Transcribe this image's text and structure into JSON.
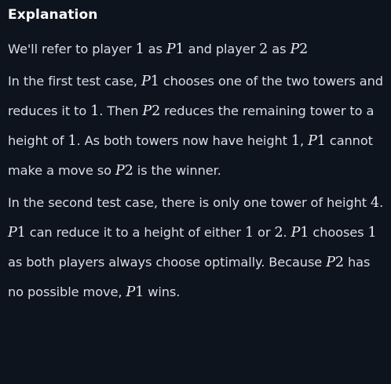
{
  "heading": "Explanation",
  "paragraphs": [
    {
      "segments": [
        {
          "t": "We'll refer to player "
        },
        {
          "m": "1"
        },
        {
          "t": " as "
        },
        {
          "mv": "P",
          "mn": "1"
        },
        {
          "t": " and player "
        },
        {
          "m": "2"
        },
        {
          "t": " as "
        },
        {
          "mv": "P",
          "mn": "2"
        }
      ]
    },
    {
      "segments": [
        {
          "t": "In the first test case, "
        },
        {
          "mv": "P",
          "mn": "1"
        },
        {
          "t": " chooses one of the two towers and reduces it to "
        },
        {
          "m": "1"
        },
        {
          "t": ". Then "
        },
        {
          "mv": "P",
          "mn": "2"
        },
        {
          "t": " reduces the remaining tower to a height of "
        },
        {
          "m": "1"
        },
        {
          "t": ". As both towers now have height "
        },
        {
          "m": "1"
        },
        {
          "t": ", "
        },
        {
          "mv": "P",
          "mn": "1"
        },
        {
          "t": " cannot make a move so "
        },
        {
          "mv": "P",
          "mn": "2"
        },
        {
          "t": " is the winner."
        }
      ]
    },
    {
      "segments": [
        {
          "t": "In the second test case, there is only one tower of height "
        },
        {
          "m": "4"
        },
        {
          "t": ". "
        },
        {
          "mv": "P",
          "mn": "1"
        },
        {
          "t": " can reduce it to a height of either "
        },
        {
          "m": "1"
        },
        {
          "t": " or "
        },
        {
          "m": "2"
        },
        {
          "t": ". "
        },
        {
          "mv": "P",
          "mn": "1"
        },
        {
          "t": " chooses "
        },
        {
          "m": "1"
        },
        {
          "t": " as both players always choose optimally. Because "
        },
        {
          "mv": "P",
          "mn": "2"
        },
        {
          "t": " has no possible move, "
        },
        {
          "mv": "P",
          "mn": "1"
        },
        {
          "t": " wins."
        }
      ]
    }
  ]
}
